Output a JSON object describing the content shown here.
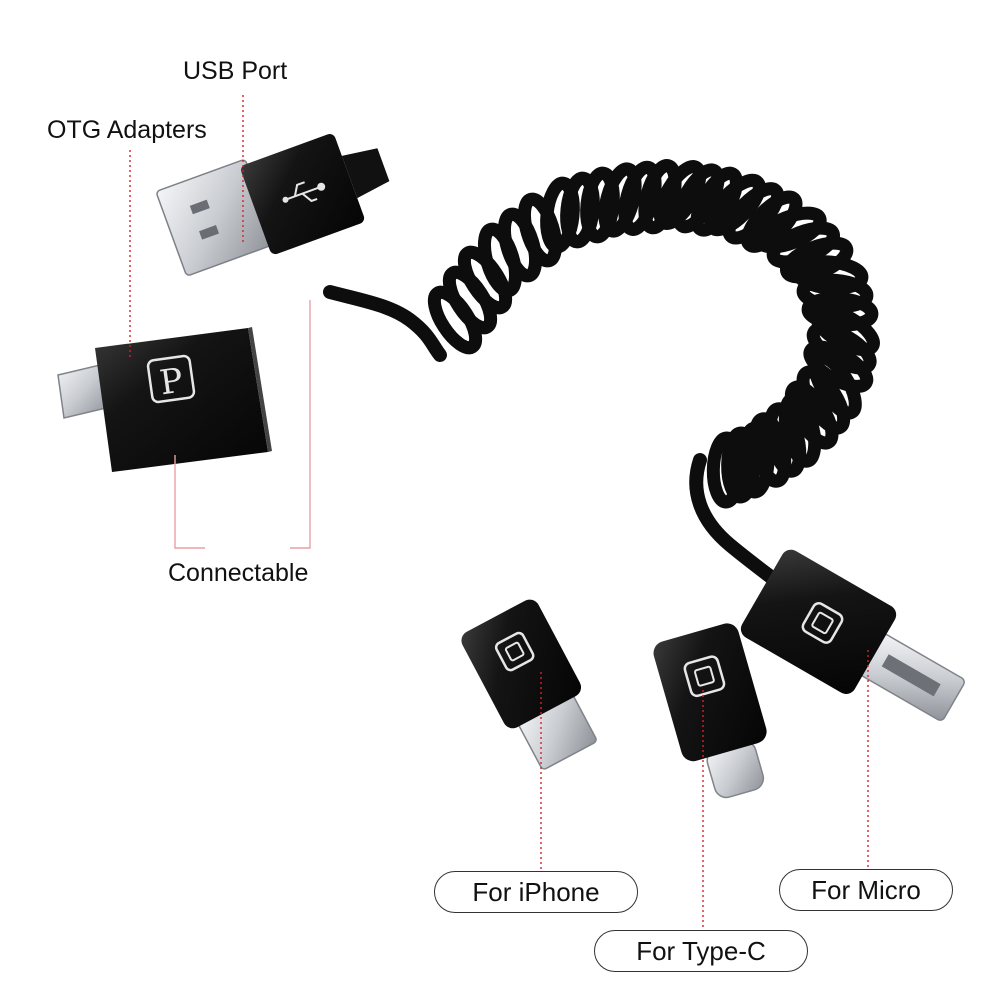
{
  "labels": {
    "usb_port": "USB Port",
    "otg_adapters": "OTG Adapters",
    "connectable": "Connectable",
    "for_iphone": "For iPhone",
    "for_type_c": "For Type-C",
    "for_micro": "For Micro"
  },
  "colors": {
    "leader_line": "#d9202a",
    "product_body": "#151515",
    "metal": "#cfd2d6",
    "background": "#ffffff"
  },
  "icons": {
    "usb_symbol": "usb-trident-icon",
    "otg_logo": "p-logo-icon",
    "adapter_logo": "square-logo-icon"
  }
}
